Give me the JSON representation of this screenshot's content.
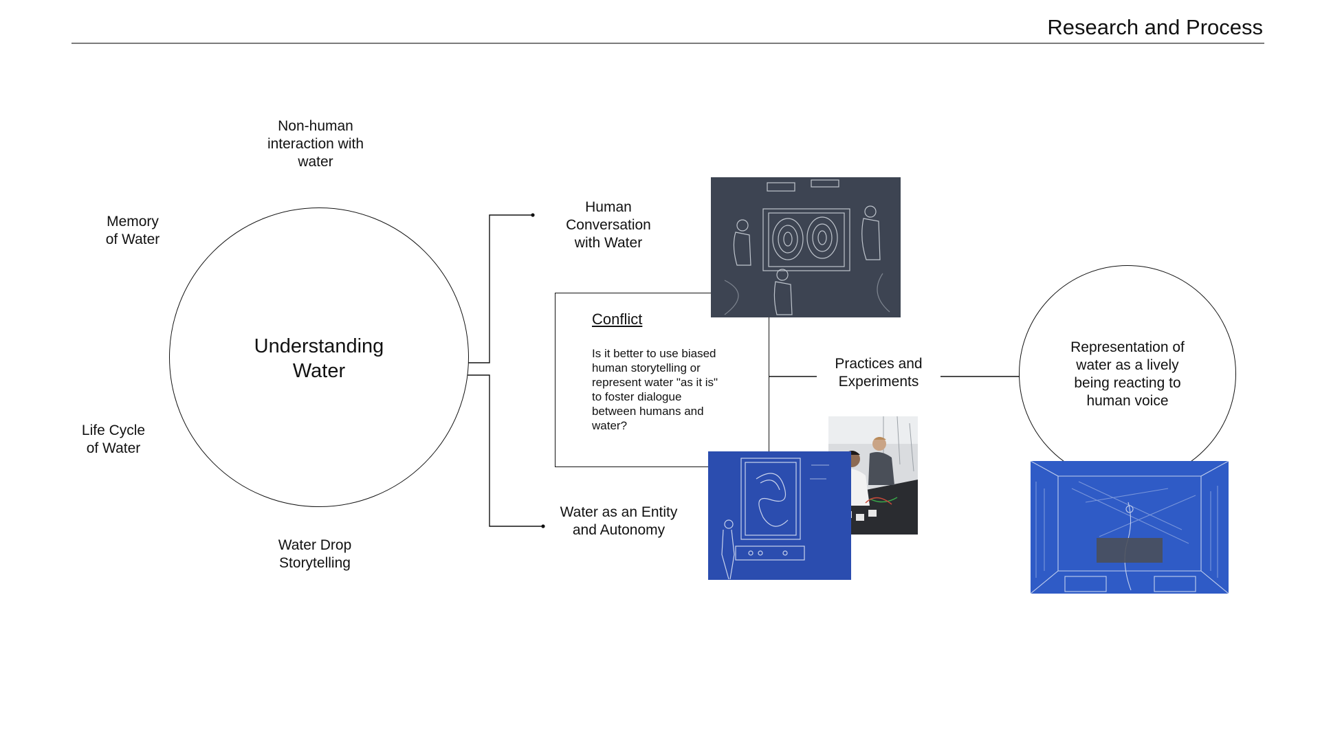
{
  "header": {
    "title": "Research and Process"
  },
  "left_cluster": {
    "center": "Understanding\nWater",
    "top": "Non-human\ninteraction with\nwater",
    "upper_left": "Memory\nof Water",
    "lower_left": "Life Cycle\nof Water",
    "bottom": "Water Drop\nStorytelling"
  },
  "branches": {
    "upper": "Human\nConversation\nwith Water",
    "lower": "Water as an Entity\nand Autonomy"
  },
  "conflict": {
    "title": "Conflict",
    "body": "Is it better to use biased\nhuman storytelling or\nrepresent water \"as it is\"\nto foster dialogue\nbetween humans and\nwater?"
  },
  "practices": "Practices and\nExperiments",
  "outcome": "Representation of\nwater as a lively\nbeing reacting to\nhuman voice",
  "images": {
    "sketch_top": "chalk-sketch-dark",
    "sketch_blue": "chalk-sketch-blue",
    "lab_photo": "lab-photo",
    "sketch_room": "chalk-sketch-room"
  },
  "colors": {
    "line": "#111111",
    "rule": "#7a7a7a",
    "chalkboard": "#3c4350",
    "blueprint": "#2c4fb0",
    "room_blue": "#2f5cc8"
  }
}
